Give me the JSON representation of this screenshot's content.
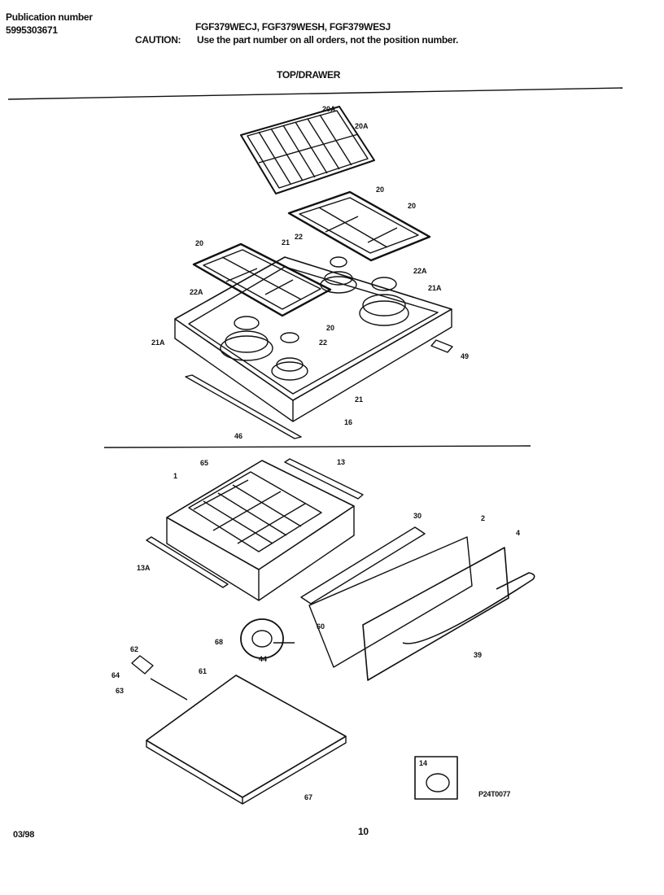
{
  "header": {
    "publication_label": "Publication number",
    "publication_number": "5995303671",
    "models": "FGF379WECJ, FGF379WESH, FGF379WESJ",
    "caution_label": "CAUTION:",
    "caution_text": "Use the part number on all orders, not the position number.",
    "section_title": "TOP/DRAWER"
  },
  "parts": {
    "top": [
      "20A",
      "20A",
      "20",
      "20",
      "20",
      "22",
      "21",
      "22A",
      "21A",
      "22A",
      "20",
      "21A",
      "22",
      "49",
      "21",
      "16",
      "46"
    ],
    "drawer": [
      "65",
      "13",
      "1",
      "30",
      "2",
      "4",
      "13A",
      "60",
      "68",
      "44",
      "39",
      "62",
      "64",
      "63",
      "61",
      "67"
    ],
    "inset": "14"
  },
  "footer": {
    "drawing_code": "P24T0077",
    "date": "03/98",
    "page": "10"
  }
}
